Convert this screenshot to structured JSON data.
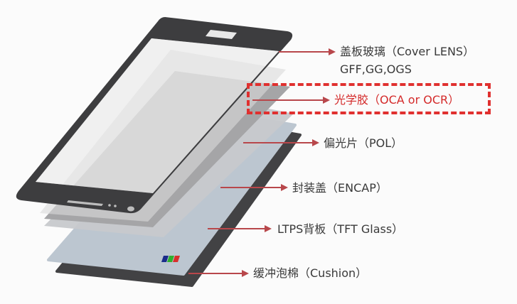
{
  "colors": {
    "arrow": "#b8474b",
    "highlight": "#e0302f",
    "frame": "#3d3d3f"
  },
  "layers": [
    {
      "id": "cover",
      "label": "盖板玻璃（Cover LENS）",
      "sublabel": "GFF,GG,OGS"
    },
    {
      "id": "oca",
      "label": "光学胶（OCA or OCR）",
      "highlighted": true
    },
    {
      "id": "pol",
      "label": "偏光片（POL）"
    },
    {
      "id": "encap",
      "label": "封装盖（ENCAP）"
    },
    {
      "id": "tft",
      "label": "LTPS背板（TFT Glass）"
    },
    {
      "id": "cushion",
      "label": "缓冲泡棉（Cushion）"
    }
  ]
}
